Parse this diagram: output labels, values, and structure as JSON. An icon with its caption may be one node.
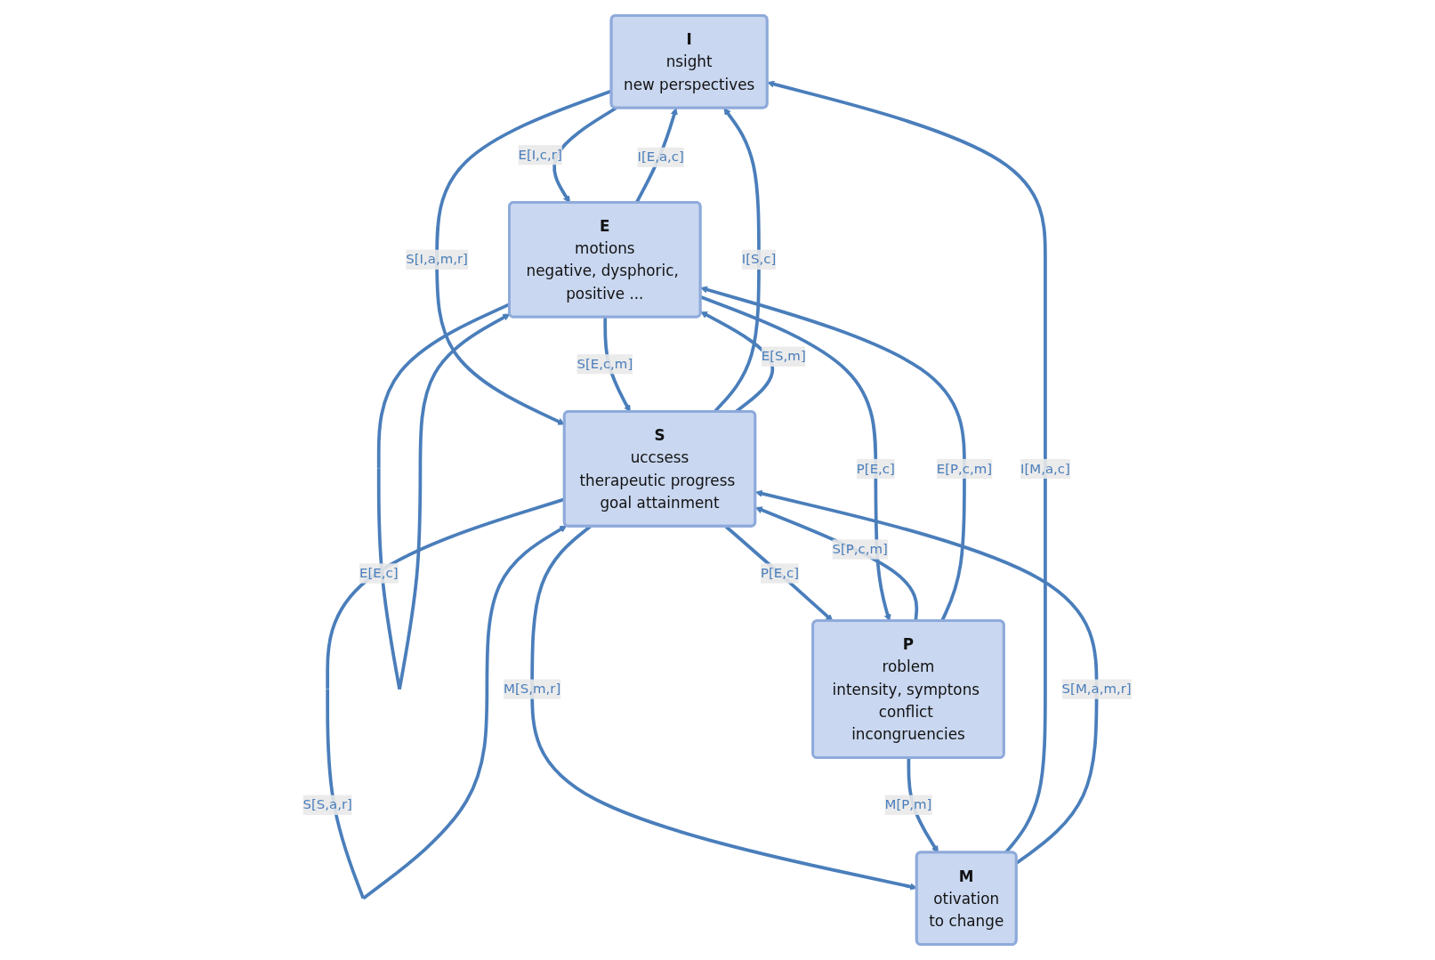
{
  "diagram": {
    "nodes": [
      {
        "text": [
          "I",
          "nsight",
          "new perspectives"
        ]
      },
      {
        "text": [
          "E",
          "motions",
          "negative, dysphoric, positive ..."
        ]
      },
      {
        "text": [
          "S",
          "uccsess",
          "therapeutic progress goal attainment"
        ]
      },
      {
        "text": [
          "M",
          "otivation",
          "to change"
        ]
      },
      {
        "text": [
          "P",
          "roblem",
          "intensity, symptons conflict incongruencies"
        ]
      }
    ],
    "edges": [
      {
        "from": 0,
        "to": 1,
        "arrow": "to",
        "label": "E[I,c,r]"
      },
      {
        "from": 1,
        "to": 0,
        "arrow": "to",
        "label": "I[E,a,c]"
      },
      {
        "from": 1,
        "to": 1,
        "arrow": "to",
        "label": "E[E,c]"
      },
      {
        "from": 2,
        "to": 2,
        "arrow": "to",
        "label": "S[S,a,r]"
      },
      {
        "from": 2,
        "to": 0,
        "arrow": "to",
        "label": "I[S,c]"
      },
      {
        "from": 0,
        "to": 2,
        "arrow": "to",
        "label": "S[I,a,m,r]"
      },
      {
        "from": 2,
        "to": 1,
        "arrow": "to",
        "label": "E[S,m]"
      },
      {
        "from": 1,
        "to": 2,
        "arrow": "to",
        "label": "S[E,c,m]"
      },
      {
        "from": 3,
        "to": 0,
        "arrow": "to",
        "label": "I[M,a,c]"
      },
      {
        "from": 3,
        "to": 2,
        "arrow": "to",
        "label": "S[M,a,m,r]"
      },
      {
        "from": 2,
        "to": 3,
        "arrow": "to",
        "label": "M[S,m,r]"
      },
      {
        "from": 4,
        "to": 2,
        "arrow": "to",
        "label": "S[P,c,m]"
      },
      {
        "from": 2,
        "to": 4,
        "arrow": "to",
        "label": "P[E,c]"
      },
      {
        "from": 4,
        "to": 1,
        "arrow": "to",
        "label": "E[P,c,m]"
      },
      {
        "from": 1,
        "to": 4,
        "arrow": "to",
        "label": "P[E,c]"
      },
      {
        "from": 4,
        "to": 3,
        "arrow": "to",
        "label": "M[P,m]"
      }
    ]
  }
}
